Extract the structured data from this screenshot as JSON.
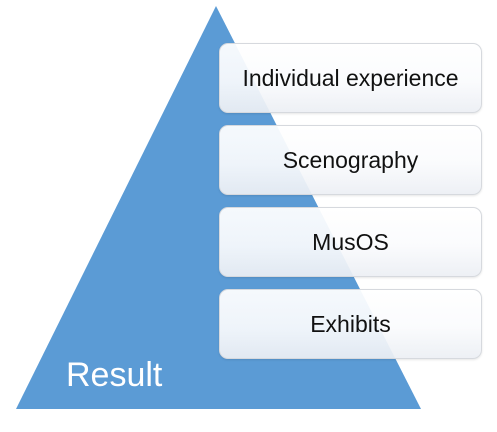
{
  "diagram": {
    "base_label": "Result",
    "layers": [
      {
        "label": "Individual experience"
      },
      {
        "label": "Scenography"
      },
      {
        "label": "MusOS"
      },
      {
        "label": "Exhibits"
      }
    ],
    "colors": {
      "pyramid_fill": "#5b9bd5",
      "box_fill": "#ffffff",
      "box_border": "#d6d9de",
      "text": "#111111",
      "base_text": "#ffffff"
    }
  }
}
